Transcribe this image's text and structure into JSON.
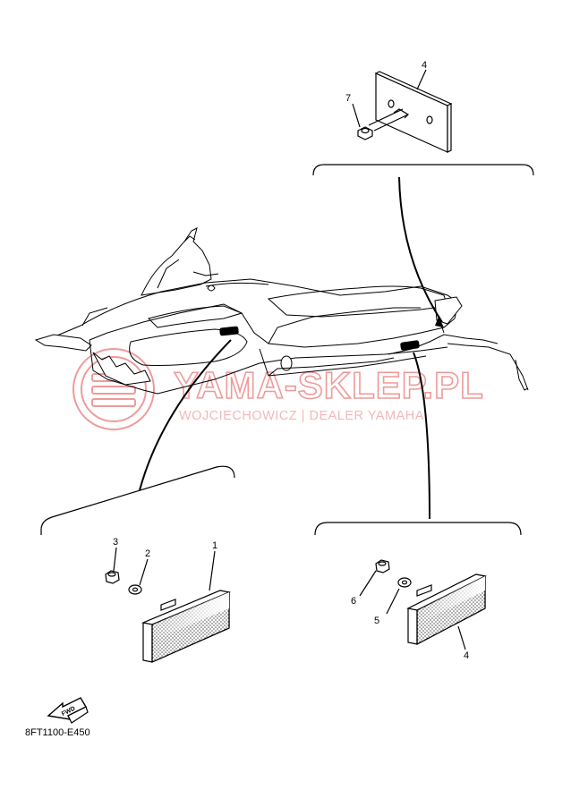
{
  "diagram": {
    "watermark": {
      "main": "YAMA-SKLEP.PL",
      "sub": "WOJCIECHOWICZ | DEALER YAMAHA"
    },
    "fwd_label": "FWD",
    "diagram_code": "8FT1100-E450",
    "callouts": [
      {
        "id": "top-4",
        "number": "4"
      },
      {
        "id": "top-7",
        "number": "7"
      },
      {
        "id": "left-1",
        "number": "1"
      },
      {
        "id": "left-2",
        "number": "2"
      },
      {
        "id": "left-3",
        "number": "3"
      },
      {
        "id": "right-4",
        "number": "4"
      },
      {
        "id": "right-5",
        "number": "5"
      },
      {
        "id": "right-6",
        "number": "6"
      }
    ]
  }
}
